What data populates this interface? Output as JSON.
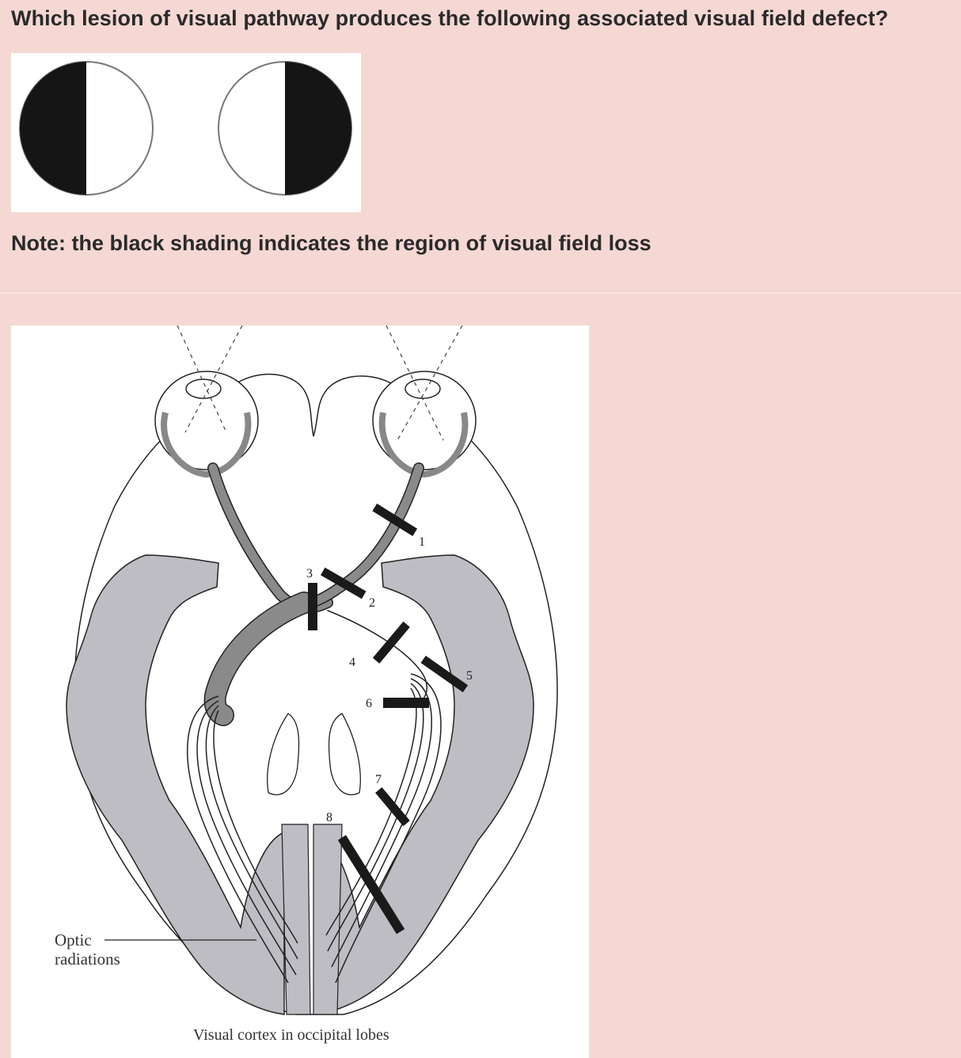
{
  "question": "Which lesion of visual pathway produces the following associated visual field defect?",
  "note": "Note: the black shading indicates the region of visual field loss",
  "visual_fields": [
    {
      "eye": "left",
      "loss_side": "left"
    },
    {
      "eye": "right",
      "loss_side": "right"
    }
  ],
  "diagram": {
    "lesion_numbers": [
      "1",
      "2",
      "3",
      "4",
      "5",
      "6",
      "7",
      "8"
    ],
    "optic_radiations_label_line1": "Optic",
    "optic_radiations_label_line2": "radiations",
    "caption": "Visual cortex in occipital lobes"
  },
  "colors": {
    "background": "#f5d8d3",
    "cortex_gray": "#bdbdc3",
    "tract_gray": "#8a8a8a",
    "lesion_black": "#1a1a1a"
  }
}
